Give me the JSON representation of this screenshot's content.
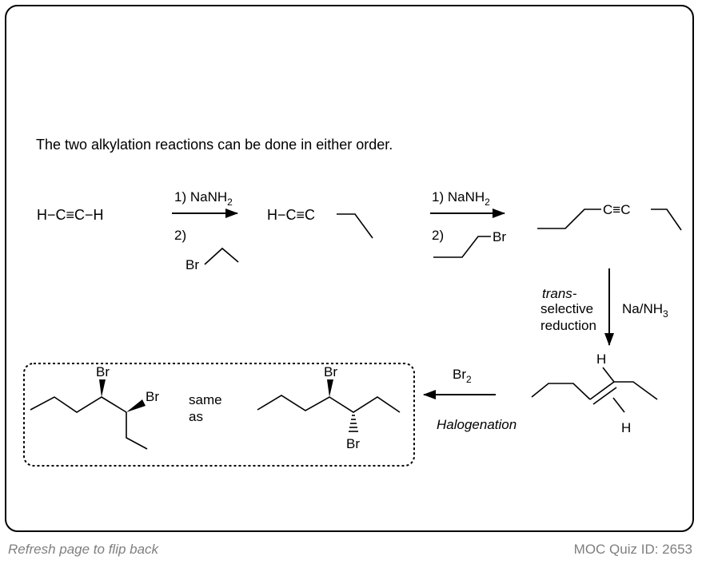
{
  "intro_text": "The two alkylation reactions can be done in either order.",
  "step1": {
    "reactant": "H−C≡C−H",
    "reagent1": "1) NaNH",
    "reagent1_sub": "2",
    "reagent2": "2)",
    "reagent2_br": "Br",
    "product_left": "H−C≡C"
  },
  "step2": {
    "reagent1": "1) NaNH",
    "reagent1_sub": "2",
    "reagent2": "2)",
    "reagent2_br": "Br",
    "product_alkyne": "C≡C"
  },
  "step3": {
    "label_trans": "trans-",
    "label_selective": "selective",
    "label_reduction": "reduction",
    "reagent": "Na/NH",
    "reagent_sub": "3",
    "alkene_h_top": "H",
    "alkene_h_bottom": "H"
  },
  "step4": {
    "reagent": "Br",
    "reagent_sub": "2",
    "label": "Halogenation"
  },
  "products": {
    "left_br_top": "Br",
    "left_br_right": "Br",
    "same": "same",
    "as": "as",
    "right_br_top": "Br",
    "right_br_bottom": "Br"
  },
  "footer": {
    "left": "Refresh page to flip back",
    "right": "MOC Quiz ID: 2653"
  }
}
